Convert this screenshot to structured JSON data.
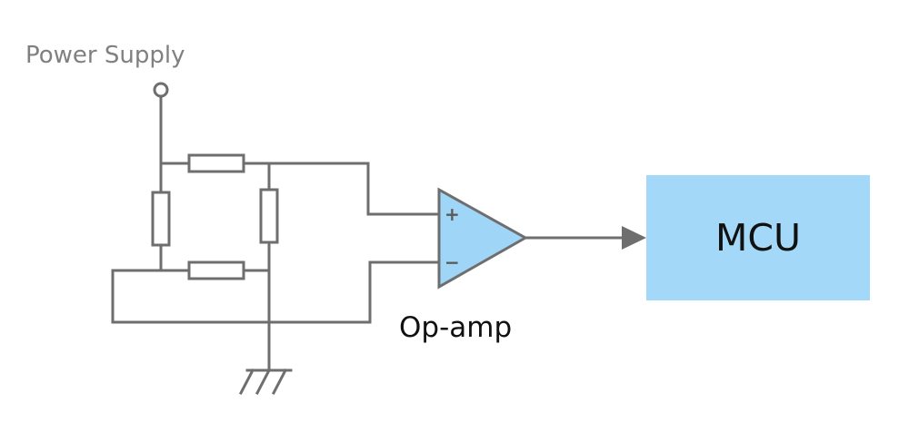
{
  "labels": {
    "power_supply": "Power Supply",
    "opamp": "Op-amp",
    "mcu": "MCU",
    "opamp_plus": "+",
    "opamp_minus": "−"
  },
  "colors": {
    "wire": "#6e6e6e",
    "opamp_fill": "#9fd6f7",
    "mcu_fill": "#a3d8f8",
    "power_label": "#808080"
  },
  "icons": {
    "power_terminal": "power-terminal-icon",
    "ground": "ground-icon",
    "arrow": "arrow-right-icon"
  }
}
